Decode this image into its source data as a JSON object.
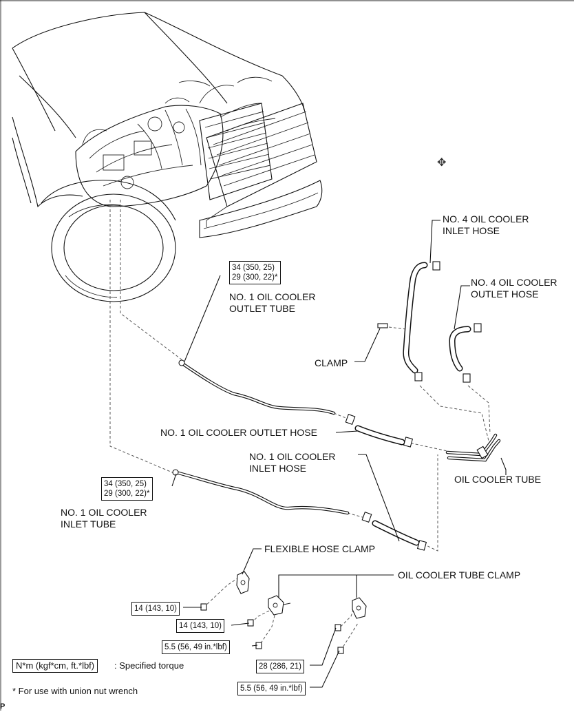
{
  "labels": {
    "no4_inlet_hose": "NO. 4 OIL COOLER\nINLET HOSE",
    "no4_outlet_hose": "NO. 4 OIL COOLER\nOUTLET HOSE",
    "no1_outlet_tube": "NO. 1 OIL COOLER\nOUTLET TUBE",
    "clamp": "CLAMP",
    "no1_outlet_hose": "NO. 1 OIL COOLER OUTLET HOSE",
    "no1_inlet_hose": "NO. 1 OIL COOLER\nINLET HOSE",
    "oil_cooler_tube": "OIL COOLER TUBE",
    "no1_inlet_tube": "NO. 1 OIL COOLER\nINLET TUBE",
    "flexible_hose_clamp": "FLEXIBLE HOSE CLAMP",
    "oil_cooler_tube_clamp": "OIL COOLER TUBE CLAMP"
  },
  "torques": {
    "outlet_tube": "34 (350, 25)\n29 (300, 22)*",
    "inlet_tube": "34 (350, 25)\n29 (300, 22)*",
    "flex_clamp_bolt": "14 (143, 10)",
    "tube_clamp_bolt_a": "14 (143, 10)",
    "tube_clamp_bolt_b": "5.5 (56, 49 in.*lbf)",
    "tube_clamp2_bolt_a": "28 (286, 21)",
    "tube_clamp2_bolt_b": "5.5 (56, 49 in.*lbf)"
  },
  "legend": {
    "unit_box": "N*m (kgf*cm, ft.*lbf)",
    "unit_text": ": Specified torque",
    "note": "* For use with union nut wrench"
  },
  "footer_mark": "P",
  "icons": [
    "move-cursor-icon"
  ]
}
